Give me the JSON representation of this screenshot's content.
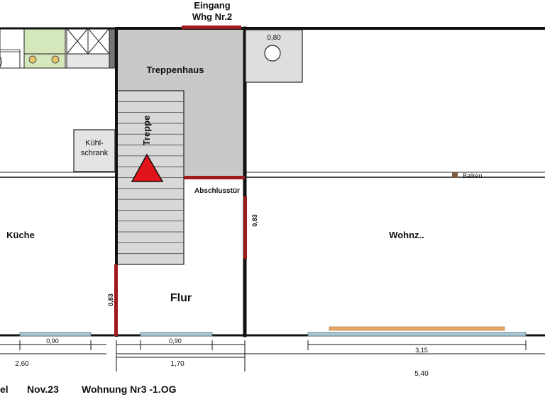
{
  "labels": {
    "entrance_line1": "Eingang",
    "entrance_line2": "Whg Nr.2",
    "stairwell": "Treppenhaus",
    "stairs": "Treppe",
    "fridge_line1": "Kühl-",
    "fridge_line2": "schrank",
    "closing_door": "Abschlusstür",
    "kitchen": "Küche",
    "hall": "Flur",
    "living": "Wohnz..",
    "beam": "Balken",
    "shaft_size": "0,80",
    "door_right_width": "0,83",
    "door_left_width": "0,83",
    "window_left": "0,90",
    "window_mid": "0,90",
    "window_right": "3,15",
    "dim_kitchen": "2,60",
    "dim_hall": "1,70",
    "dim_living": "5,40"
  },
  "footer": {
    "prefix": "el",
    "date": "Nov.23",
    "title": "Wohnung Nr3 -1.OG"
  },
  "colors": {
    "wall": "#111111",
    "stair_fill": "#d0d0d0",
    "door": "#9e1b1e",
    "window": "#a9c8d4",
    "arrow": "#e0141a",
    "radiator": "#e8a862",
    "kitchen_green": "#d4e8bc"
  }
}
